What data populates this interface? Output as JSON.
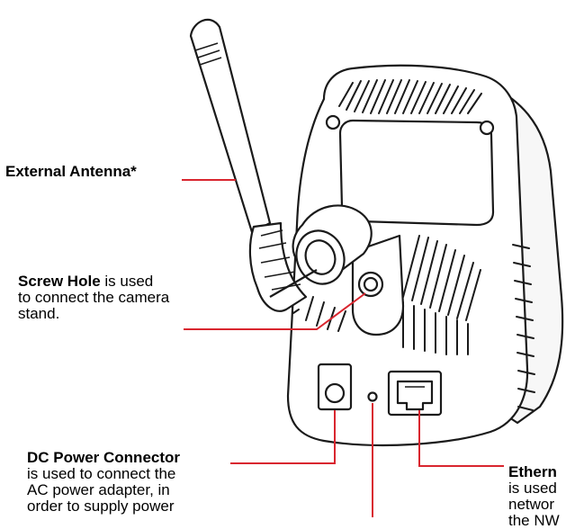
{
  "labels": {
    "antenna_title": "External Antenna*",
    "screw_title": "Screw Hole",
    "screw_rest1": " is used",
    "screw_line2": "to connect the camera",
    "screw_line3": "stand.",
    "dc_title": "DC Power Connector",
    "dc_line2": "is used to connect the",
    "dc_line3": "AC power adapter, in",
    "dc_line4": "order to supply power",
    "eth_title": "Ethern",
    "eth_line2": "is used",
    "eth_line3": "networ",
    "eth_line4": "the NW"
  },
  "colors": {
    "leader_line": "#d9262f",
    "outline": "#1a1a1a",
    "text": "#000000"
  }
}
